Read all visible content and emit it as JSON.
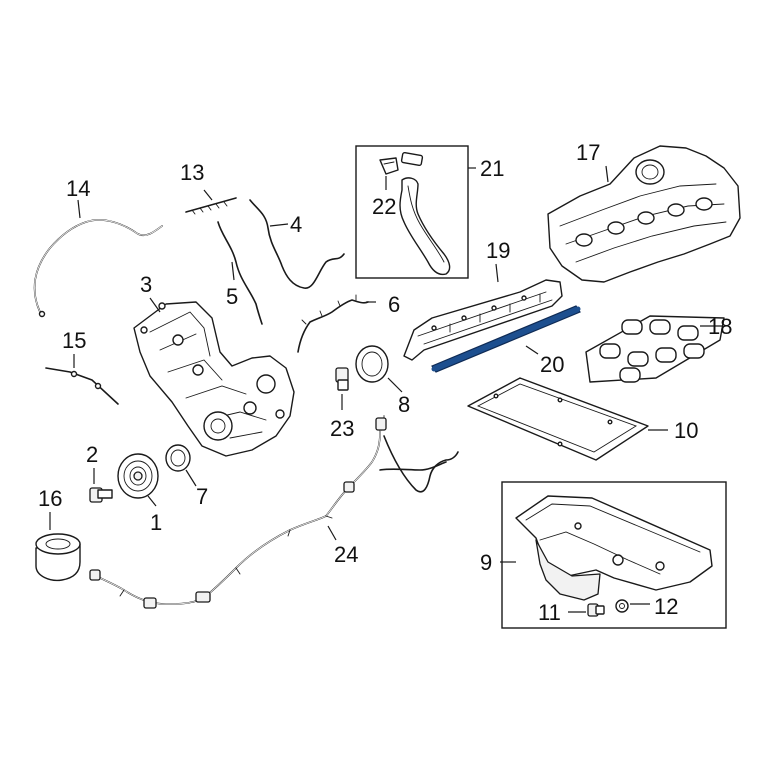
{
  "colors": {
    "line": "#1a1a1a",
    "background": "#ffffff",
    "highlight": "#1d4f8f"
  },
  "callouts": {
    "c1": "1",
    "c2": "2",
    "c3": "3",
    "c4": "4",
    "c5": "5",
    "c6": "6",
    "c7": "7",
    "c8": "8",
    "c9": "9",
    "c10": "10",
    "c11": "11",
    "c12": "12",
    "c13": "13",
    "c14": "14",
    "c15": "15",
    "c16": "16",
    "c17": "17",
    "c18": "18",
    "c19": "19",
    "c20": "20",
    "c21": "21",
    "c22": "22",
    "c23": "23",
    "c24": "24"
  },
  "highlighted_part": "20"
}
